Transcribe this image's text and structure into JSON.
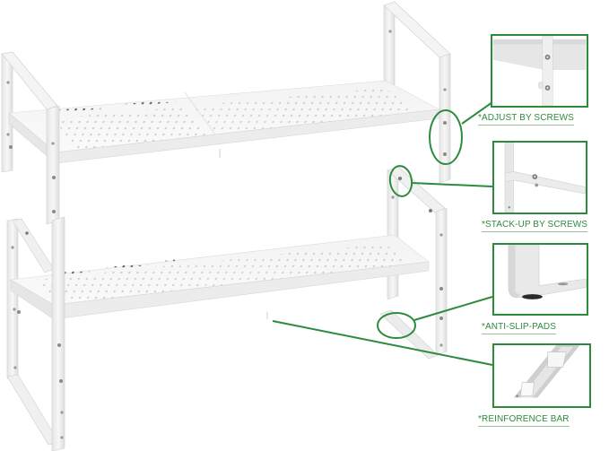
{
  "product": {
    "type": "2-tier expandable under-sink shelf organizer",
    "color": "#ffffff"
  },
  "callouts": [
    {
      "id": "adjust",
      "label": "*ADJUST BY SCREWS",
      "detail": "bracket-with-two-screws"
    },
    {
      "id": "stack",
      "label": "*STACK-UP BY SCREWS",
      "detail": "stacked-frame-joint-screw"
    },
    {
      "id": "antislip",
      "label": "*ANTI-SLIP-PADS",
      "detail": "foot-pad"
    },
    {
      "id": "reinforce",
      "label": "*REINFORENCE BAR",
      "detail": "diagonal-bar"
    }
  ],
  "colors": {
    "accent": "#2e8b3e",
    "label_text": "#2e8b3e",
    "label_underline": "#9cbf9f",
    "metal": "#f2f2f2",
    "metal_shadow": "#d6d6d6",
    "hole": "#6d6d6d",
    "background": "#ffffff"
  }
}
